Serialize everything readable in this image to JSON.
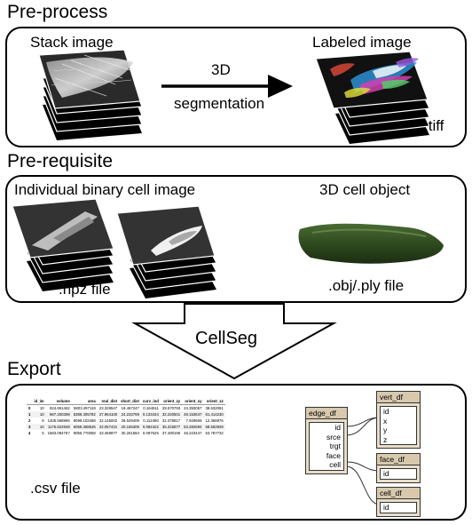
{
  "sections": {
    "preprocess": "Pre-process",
    "prerequisite": "Pre-requisite",
    "export": "Export"
  },
  "preprocess_panel": {
    "stack_label": "Stack image",
    "labeled_label": "Labeled image",
    "arrow_line1": "3D",
    "arrow_line2": "segmentation",
    "tiff_label": ".tiff"
  },
  "prerequisite_panel": {
    "binary_label": "Individual binary cell image",
    "object_label": "3D cell object",
    "npz_label": ".npz file",
    "obj_label": ".obj/.ply file"
  },
  "process_arrow": {
    "label": "CellSeg"
  },
  "export_panel": {
    "csv_label": ".csv file",
    "table": {
      "headers": [
        "",
        "id_im",
        "volume",
        "area",
        "real_dist",
        "short_dist",
        "curv_ind",
        "orient_zy",
        "orient_xy",
        "orient_xz"
      ],
      "rows": [
        [
          "0",
          "10",
          "924.651462",
          "5803.497119",
          "23.328547",
          "19.467247",
          "0.164911",
          "29.570793",
          "24.393057",
          "38.632091"
        ],
        [
          "1",
          "10",
          "967.200398",
          "5399.305782",
          "27.964100",
          "24.233769",
          "0.133434",
          "32.220501",
          "49.153647",
          "61.414230"
        ],
        [
          "2",
          "9",
          "1405.568995",
          "8099.102468",
          "32.145002",
          "28.529409",
          "0.112480",
          "32.378817",
          "7.929669",
          "12.366976"
        ],
        [
          "3",
          "10",
          "1175.622948",
          "6059.368546",
          "22.057431",
          "20.165309",
          "0.084422",
          "35.315877",
          "53.282694",
          "58.562929"
        ],
        [
          "4",
          "5",
          "1583.094757",
          "9055.770058",
          "33.468977",
          "30.261584",
          "0.097625",
          "37.490196",
          "48.223447",
          "53.787732"
        ]
      ]
    },
    "dataframes": {
      "edge": {
        "name": "edge_df",
        "fields": [
          "id",
          "srce",
          "trgt",
          "face",
          "cell"
        ]
      },
      "vert": {
        "name": "vert_df",
        "fields": [
          "id",
          "x",
          "y",
          "z"
        ]
      },
      "face": {
        "name": "face_df",
        "fields": [
          "id"
        ]
      },
      "cell": {
        "name": "cell_df",
        "fields": [
          "id"
        ]
      }
    }
  }
}
